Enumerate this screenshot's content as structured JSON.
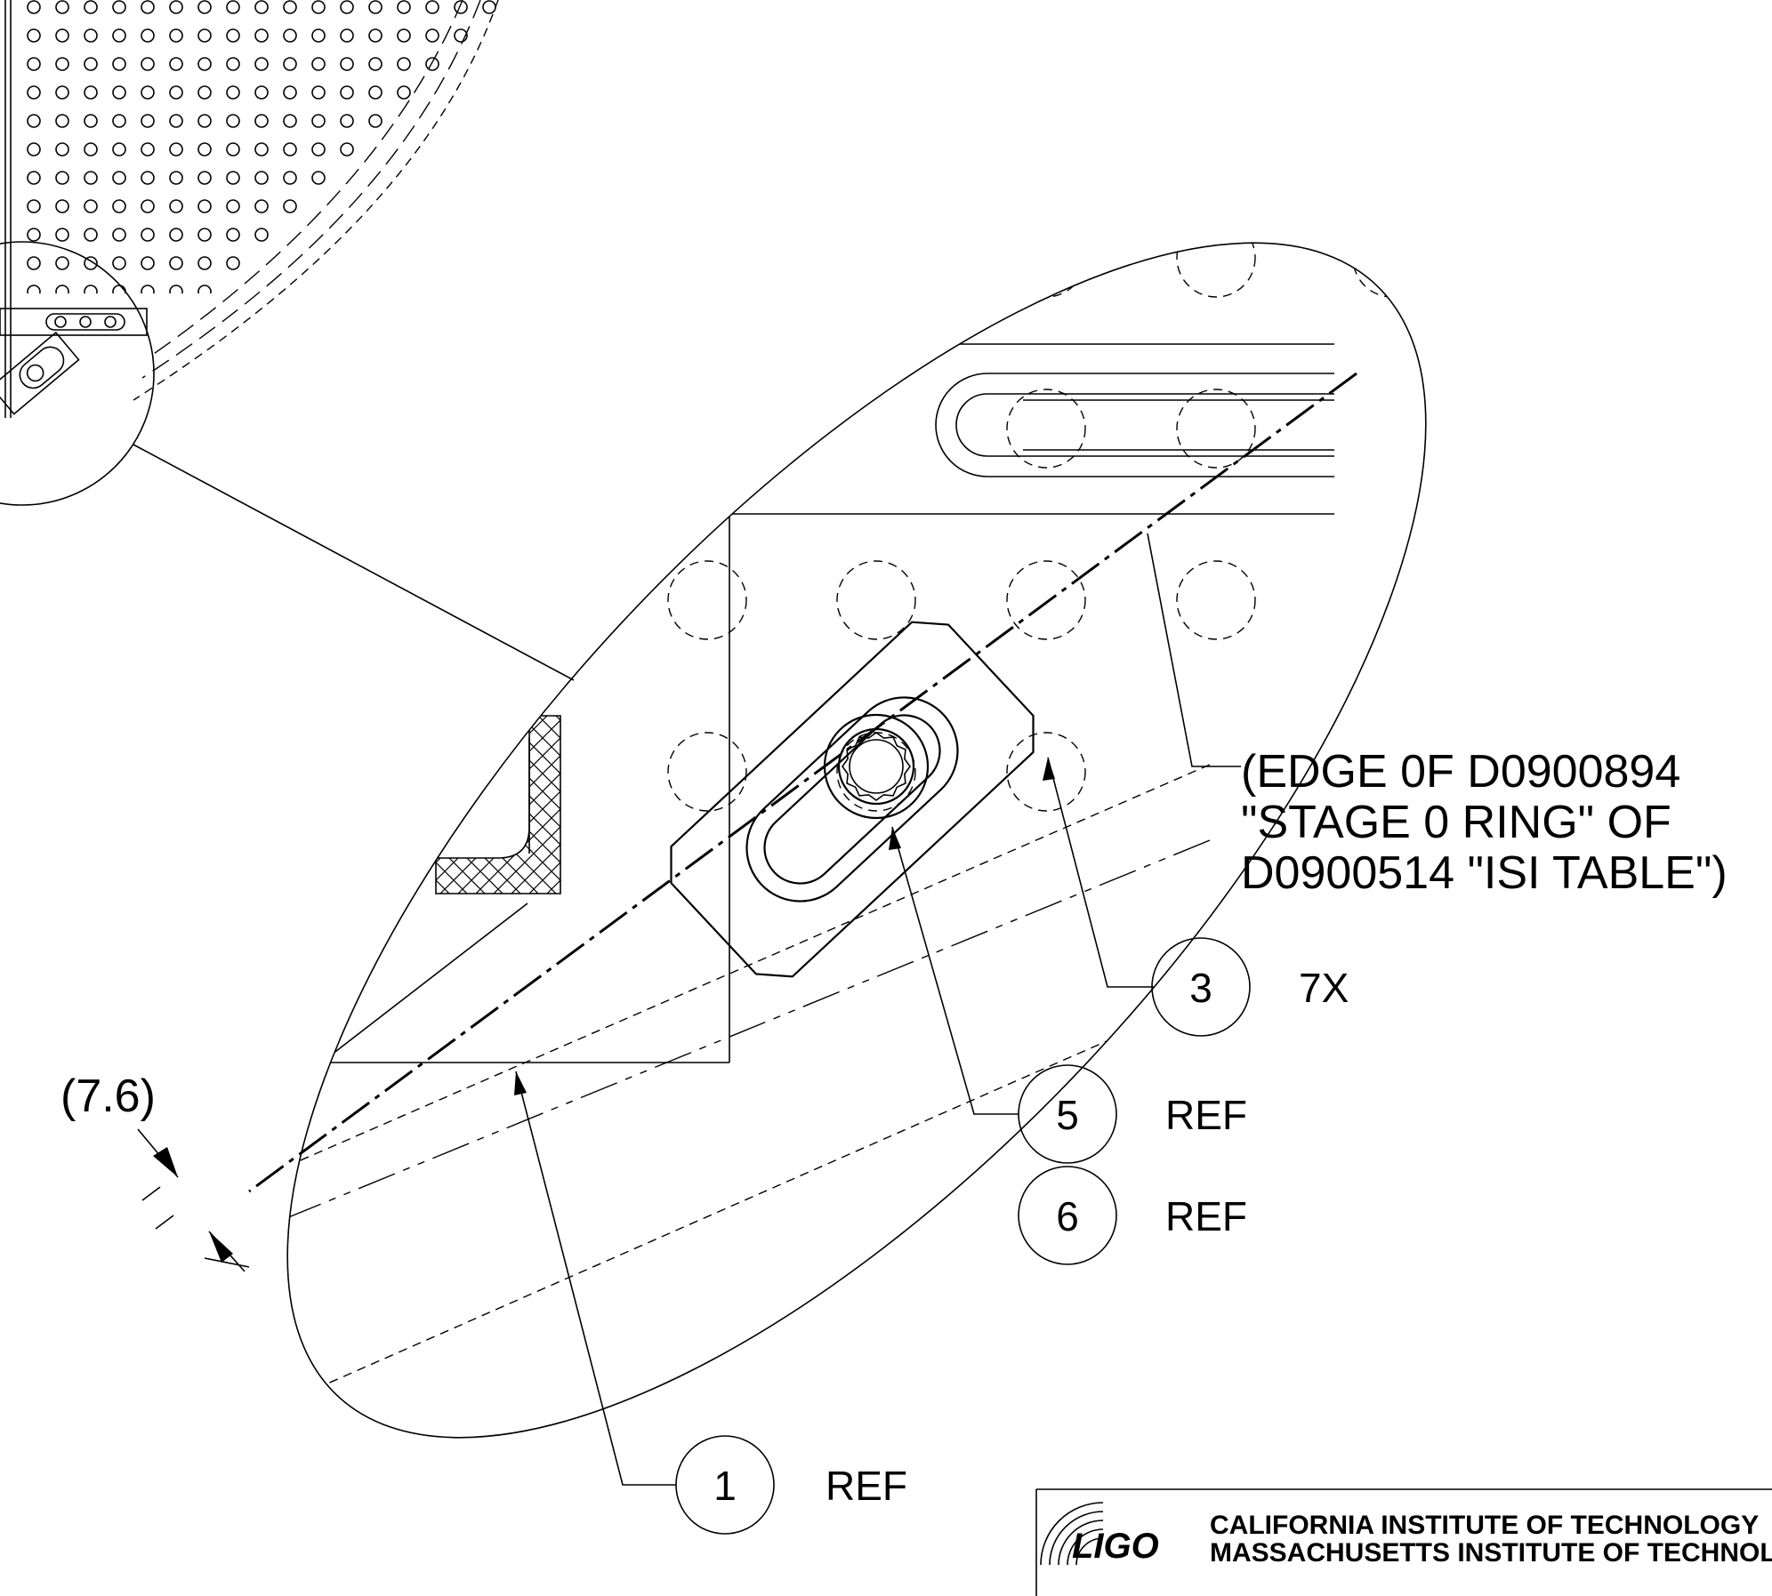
{
  "drawing": {
    "callouts": [
      {
        "id": "1",
        "note": "REF"
      },
      {
        "id": "3",
        "note": "7X"
      },
      {
        "id": "5",
        "note": "REF"
      },
      {
        "id": "6",
        "note": "REF"
      }
    ],
    "dimension": "(7.6)",
    "edge_note": {
      "line1": "(EDGE 0F D0900894",
      "line2": "\"STAGE 0 RING\" OF",
      "line3": "D0900514 \"ISI TABLE\")"
    }
  },
  "title_block": {
    "logo": "LIGO",
    "institution_1": "CALIFORNIA INSTITUTE OF TECHNOLOGY",
    "institution_2": "MASSACHUSETTS INSTITUTE OF TECHNOLOGY"
  }
}
